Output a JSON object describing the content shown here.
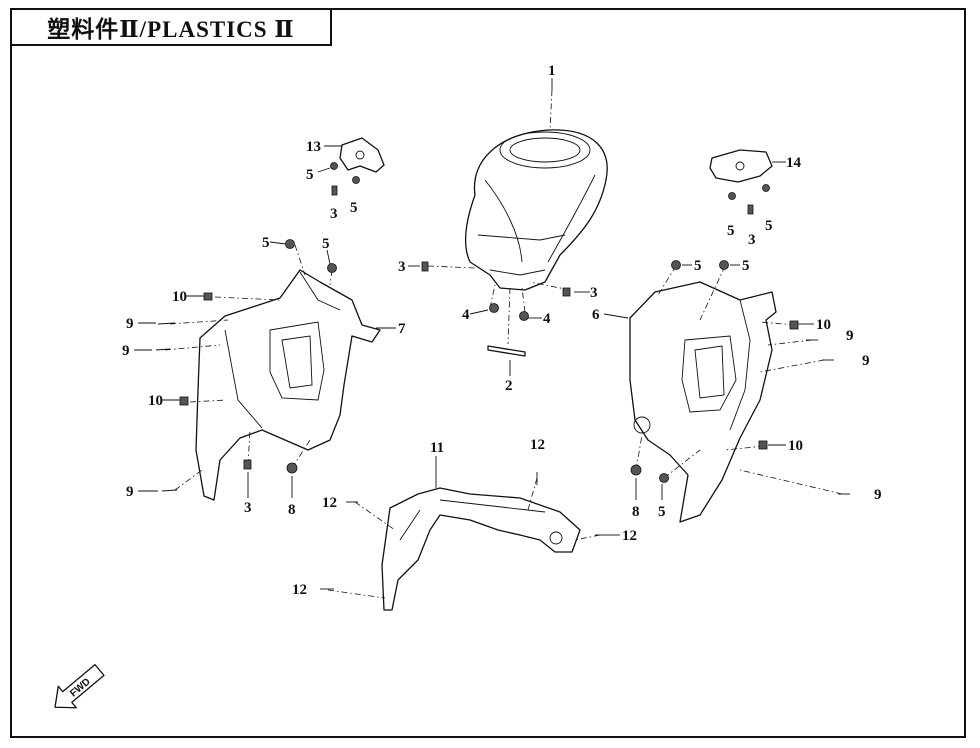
{
  "title": "塑料件Ⅱ/PLASTICS Ⅱ",
  "fwd_label": "FWD",
  "callouts": [
    "1",
    "2",
    "3",
    "4",
    "5",
    "6",
    "7",
    "8",
    "9",
    "10",
    "11",
    "12",
    "13",
    "14"
  ]
}
